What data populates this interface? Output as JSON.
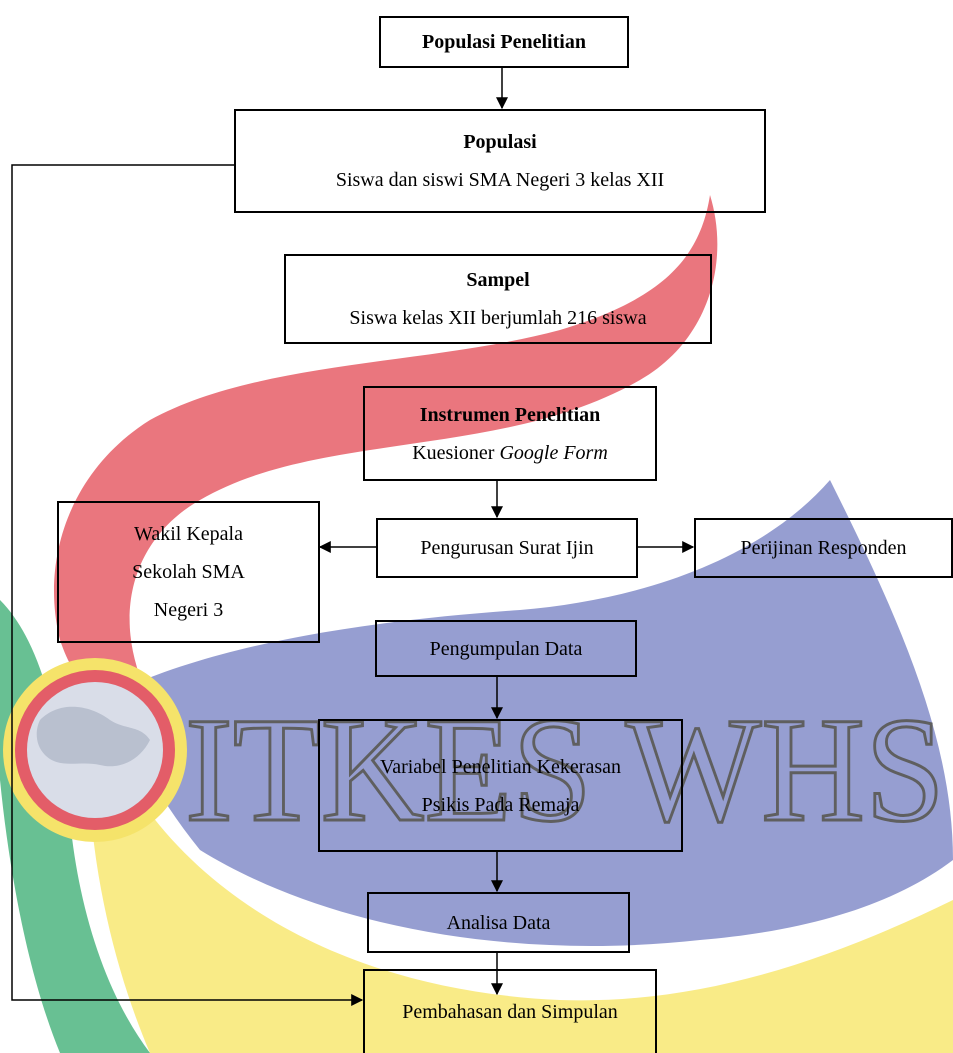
{
  "watermark": {
    "text": "ITKES WHS",
    "colors": {
      "red": "#e35d68",
      "yellow": "#f7e56a",
      "blue": "#7f88c8",
      "green": "#4fb582",
      "gray": "#6a6a6a"
    }
  },
  "boxes": {
    "populasi_penelitian": {
      "title": "Populasi Penelitian"
    },
    "populasi": {
      "title": "Populasi",
      "text": "Siswa dan siswi SMA Negeri 3 kelas XII"
    },
    "sampel": {
      "title": "Sampel",
      "text": "Siswa kelas XII berjumlah 216 siswa"
    },
    "instrumen": {
      "title": "Instrumen Penelitian",
      "text_prefix": "Kuesioner ",
      "text_italic": "Google Form"
    },
    "surat_ijin": {
      "text": "Pengurusan Surat Ijin"
    },
    "wakil_kepala": {
      "lines": [
        "Wakil Kepala",
        "Sekolah SMA",
        "Negeri 3"
      ]
    },
    "perijinan": {
      "text": "Perijinan Responden"
    },
    "pengumpulan": {
      "text": "Pengumpulan Data"
    },
    "variabel": {
      "lines": [
        "Variabel Penelitian Kekerasan",
        "Psikis Pada Remaja"
      ]
    },
    "analisa": {
      "text": "Analisa Data"
    },
    "pembahasan": {
      "text": "Pembahasan dan Simpulan"
    }
  }
}
